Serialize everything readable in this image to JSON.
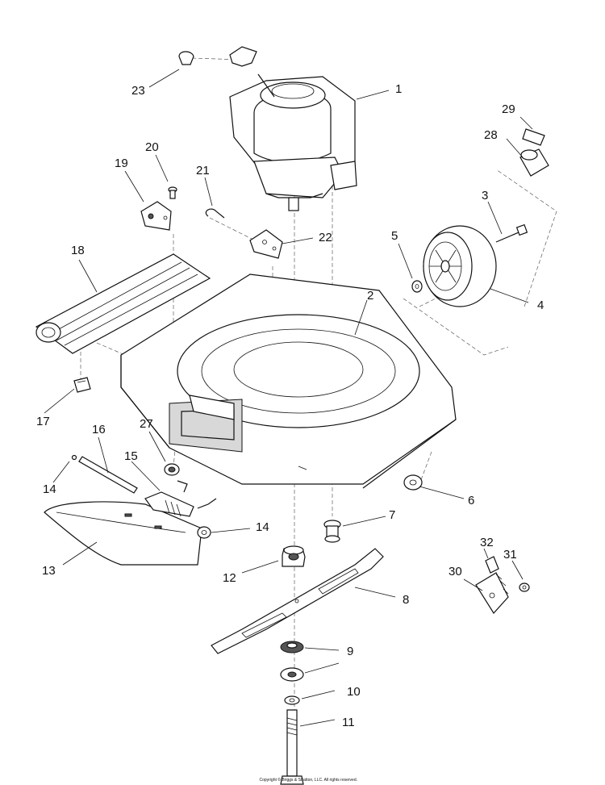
{
  "parts": [
    {
      "id": "1",
      "label": "1"
    },
    {
      "id": "2",
      "label": "2"
    },
    {
      "id": "3",
      "label": "3"
    },
    {
      "id": "4",
      "label": "4"
    },
    {
      "id": "5",
      "label": "5"
    },
    {
      "id": "6",
      "label": "6"
    },
    {
      "id": "7",
      "label": "7"
    },
    {
      "id": "8",
      "label": "8"
    },
    {
      "id": "9",
      "label": "9"
    },
    {
      "id": "10",
      "label": "10"
    },
    {
      "id": "11",
      "label": "11"
    },
    {
      "id": "12",
      "label": "12"
    },
    {
      "id": "13",
      "label": "13"
    },
    {
      "id": "14a",
      "label": "14"
    },
    {
      "id": "14b",
      "label": "14"
    },
    {
      "id": "15",
      "label": "15"
    },
    {
      "id": "16",
      "label": "16"
    },
    {
      "id": "17",
      "label": "17"
    },
    {
      "id": "18",
      "label": "18"
    },
    {
      "id": "19",
      "label": "19"
    },
    {
      "id": "20",
      "label": "20"
    },
    {
      "id": "21",
      "label": "21"
    },
    {
      "id": "22",
      "label": "22"
    },
    {
      "id": "23",
      "label": "23"
    },
    {
      "id": "27",
      "label": "27"
    },
    {
      "id": "28",
      "label": "28"
    },
    {
      "id": "29",
      "label": "29"
    },
    {
      "id": "30",
      "label": "30"
    },
    {
      "id": "31",
      "label": "31"
    },
    {
      "id": "32",
      "label": "32"
    }
  ],
  "copyright": "Copyright © Briggs & Stratton, LLC. All rights reserved."
}
